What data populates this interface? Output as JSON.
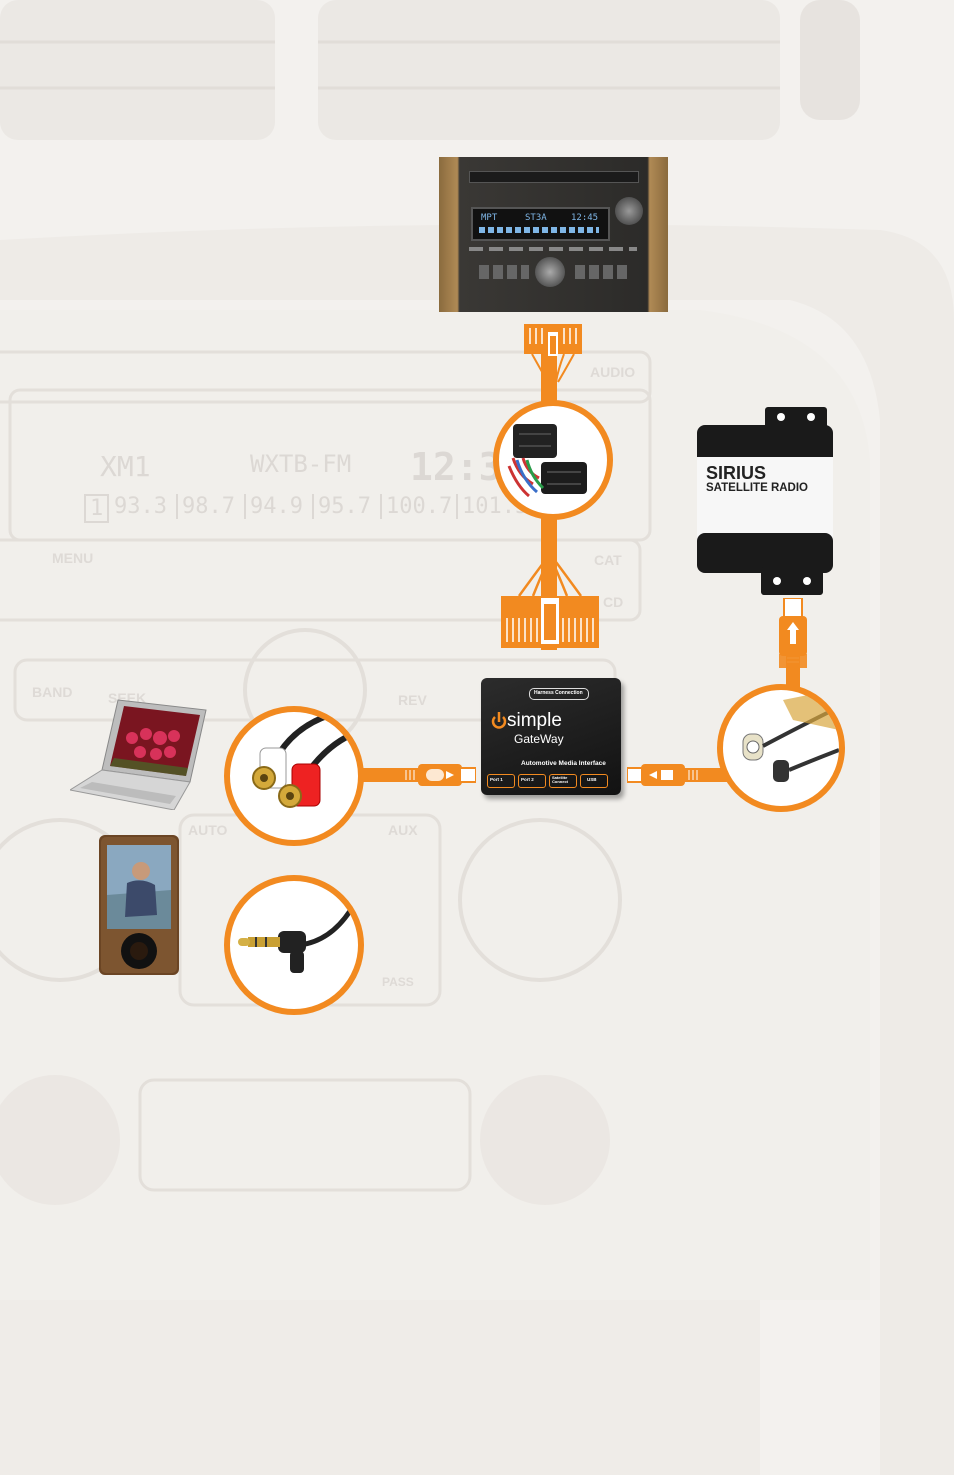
{
  "background": {
    "radio_display": {
      "band": "XM1",
      "station": "WXTB-FM",
      "clock": "12:39",
      "preset_number": "1",
      "presets": [
        "93.3",
        "98.7",
        "94.9",
        "95.7",
        "100.7",
        "101.5"
      ]
    },
    "buttons": {
      "menu": "MENU",
      "band": "BAND",
      "seek": "SEEK",
      "rev": "REV",
      "auto": "AUTO",
      "aux": "AUX",
      "audio": "AUDIO",
      "cat": "CAT",
      "cd": "CD",
      "pass": "PASS"
    }
  },
  "radio_photo": {
    "display_left": "MPT",
    "display_mid": "ST3A",
    "display_right": "12:45"
  },
  "sirius_module": {
    "brand": "SIRIUS",
    "subtitle": "SATELLITE RADIO"
  },
  "gateway_module": {
    "header_button": "Harness Connection",
    "brand": "simple",
    "product": "GateWay",
    "subtitle": "Automotive Media Interface",
    "ports": [
      "Port 1",
      "Port 2",
      "Satellite Connect",
      "USB"
    ]
  },
  "colors": {
    "accent": "#f28a20",
    "background": "#f3f1ee",
    "module_dark": "#1a1a1a"
  },
  "icons": {
    "harness": "wire-harness-icon",
    "rca": "rca-plug-icon",
    "aux": "aux-35mm-plug-icon",
    "sirius_cable": "sirius-connector-icon"
  }
}
